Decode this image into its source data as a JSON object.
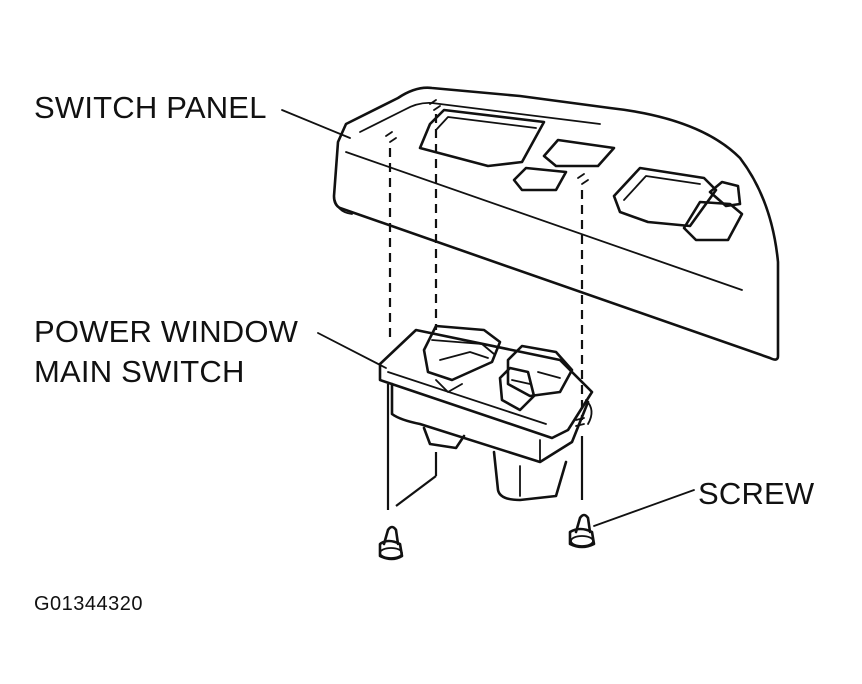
{
  "labels": {
    "switch_panel": "SWITCH PANEL",
    "power_window_line1": "POWER WINDOW",
    "power_window_line2": "MAIN SWITCH",
    "screw": "SCREW",
    "figure_code": "G01344320"
  },
  "colors": {
    "ink": "#111111",
    "background": "#ffffff"
  }
}
